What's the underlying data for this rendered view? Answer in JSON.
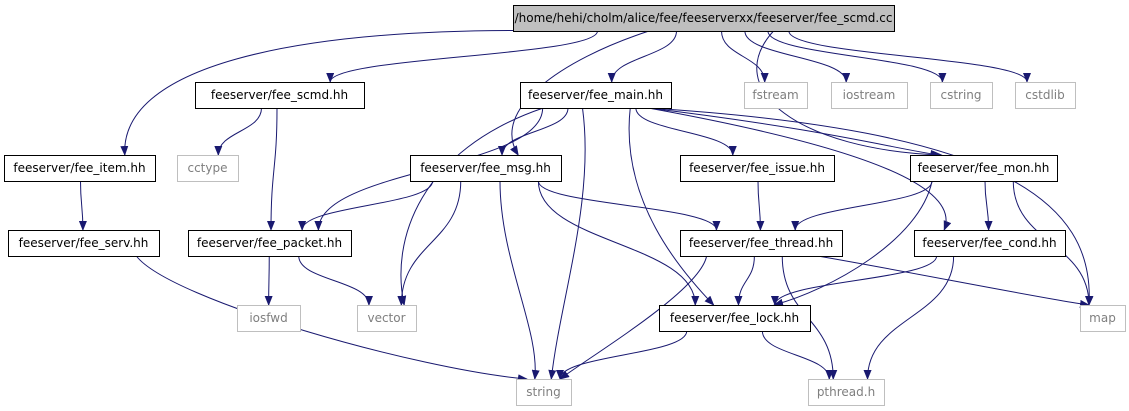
{
  "colors": {
    "edge": "#191970",
    "root_fill": "#bfbfbf",
    "project_border": "#000000",
    "system_border": "#bfbfbf",
    "system_text": "#7f7f7f",
    "text": "#000000"
  },
  "nodes": [
    {
      "id": "root",
      "label": "/home/hehi/cholm/alice/fee/feeserverxx/feeserver/fee_scmd.cc",
      "kind": "root"
    },
    {
      "id": "scmd",
      "label": "feeserver/fee_scmd.hh",
      "kind": "project"
    },
    {
      "id": "main",
      "label": "feeserver/fee_main.hh",
      "kind": "project"
    },
    {
      "id": "fstream",
      "label": "fstream",
      "kind": "system"
    },
    {
      "id": "iostream",
      "label": "iostream",
      "kind": "system"
    },
    {
      "id": "cstring",
      "label": "cstring",
      "kind": "system"
    },
    {
      "id": "cstdlib",
      "label": "cstdlib",
      "kind": "system"
    },
    {
      "id": "cctype",
      "label": "cctype",
      "kind": "system"
    },
    {
      "id": "item",
      "label": "feeserver/fee_item.hh",
      "kind": "project"
    },
    {
      "id": "msg",
      "label": "feeserver/fee_msg.hh",
      "kind": "project"
    },
    {
      "id": "issue",
      "label": "feeserver/fee_issue.hh",
      "kind": "project"
    },
    {
      "id": "mon",
      "label": "feeserver/fee_mon.hh",
      "kind": "project"
    },
    {
      "id": "serv",
      "label": "feeserver/fee_serv.hh",
      "kind": "project"
    },
    {
      "id": "packet",
      "label": "feeserver/fee_packet.hh",
      "kind": "project"
    },
    {
      "id": "thread",
      "label": "feeserver/fee_thread.hh",
      "kind": "project"
    },
    {
      "id": "cond",
      "label": "feeserver/fee_cond.hh",
      "kind": "project"
    },
    {
      "id": "iosfwd",
      "label": "iosfwd",
      "kind": "system"
    },
    {
      "id": "vector",
      "label": "vector",
      "kind": "system"
    },
    {
      "id": "lock",
      "label": "feeserver/fee_lock.hh",
      "kind": "project"
    },
    {
      "id": "map",
      "label": "map",
      "kind": "system"
    },
    {
      "id": "string",
      "label": "string",
      "kind": "system"
    },
    {
      "id": "pthread",
      "label": "pthread.h",
      "kind": "system"
    }
  ],
  "edges": [
    {
      "from": "root",
      "to": "scmd"
    },
    {
      "from": "root",
      "to": "main"
    },
    {
      "from": "root",
      "to": "fstream"
    },
    {
      "from": "root",
      "to": "iostream"
    },
    {
      "from": "root",
      "to": "cstring"
    },
    {
      "from": "root",
      "to": "cstdlib"
    },
    {
      "from": "root",
      "to": "item"
    },
    {
      "from": "root",
      "to": "msg"
    },
    {
      "from": "root",
      "to": "mon"
    },
    {
      "from": "scmd",
      "to": "cctype"
    },
    {
      "from": "scmd",
      "to": "packet"
    },
    {
      "from": "main",
      "to": "msg"
    },
    {
      "from": "main",
      "to": "issue"
    },
    {
      "from": "main",
      "to": "mon"
    },
    {
      "from": "main",
      "to": "packet"
    },
    {
      "from": "main",
      "to": "vector"
    },
    {
      "from": "main",
      "to": "string"
    },
    {
      "from": "main",
      "to": "lock"
    },
    {
      "from": "main",
      "to": "cond"
    },
    {
      "from": "main",
      "to": "map"
    },
    {
      "from": "item",
      "to": "serv"
    },
    {
      "from": "serv",
      "to": "string"
    },
    {
      "from": "msg",
      "to": "packet"
    },
    {
      "from": "msg",
      "to": "thread"
    },
    {
      "from": "msg",
      "to": "vector"
    },
    {
      "from": "msg",
      "to": "string"
    },
    {
      "from": "msg",
      "to": "lock"
    },
    {
      "from": "issue",
      "to": "thread"
    },
    {
      "from": "mon",
      "to": "thread"
    },
    {
      "from": "mon",
      "to": "cond"
    },
    {
      "from": "mon",
      "to": "lock"
    },
    {
      "from": "mon",
      "to": "map"
    },
    {
      "from": "packet",
      "to": "iosfwd"
    },
    {
      "from": "packet",
      "to": "vector"
    },
    {
      "from": "thread",
      "to": "lock"
    },
    {
      "from": "thread",
      "to": "string"
    },
    {
      "from": "thread",
      "to": "pthread"
    },
    {
      "from": "thread",
      "to": "map"
    },
    {
      "from": "cond",
      "to": "lock"
    },
    {
      "from": "cond",
      "to": "pthread"
    },
    {
      "from": "lock",
      "to": "string"
    },
    {
      "from": "lock",
      "to": "pthread"
    }
  ]
}
